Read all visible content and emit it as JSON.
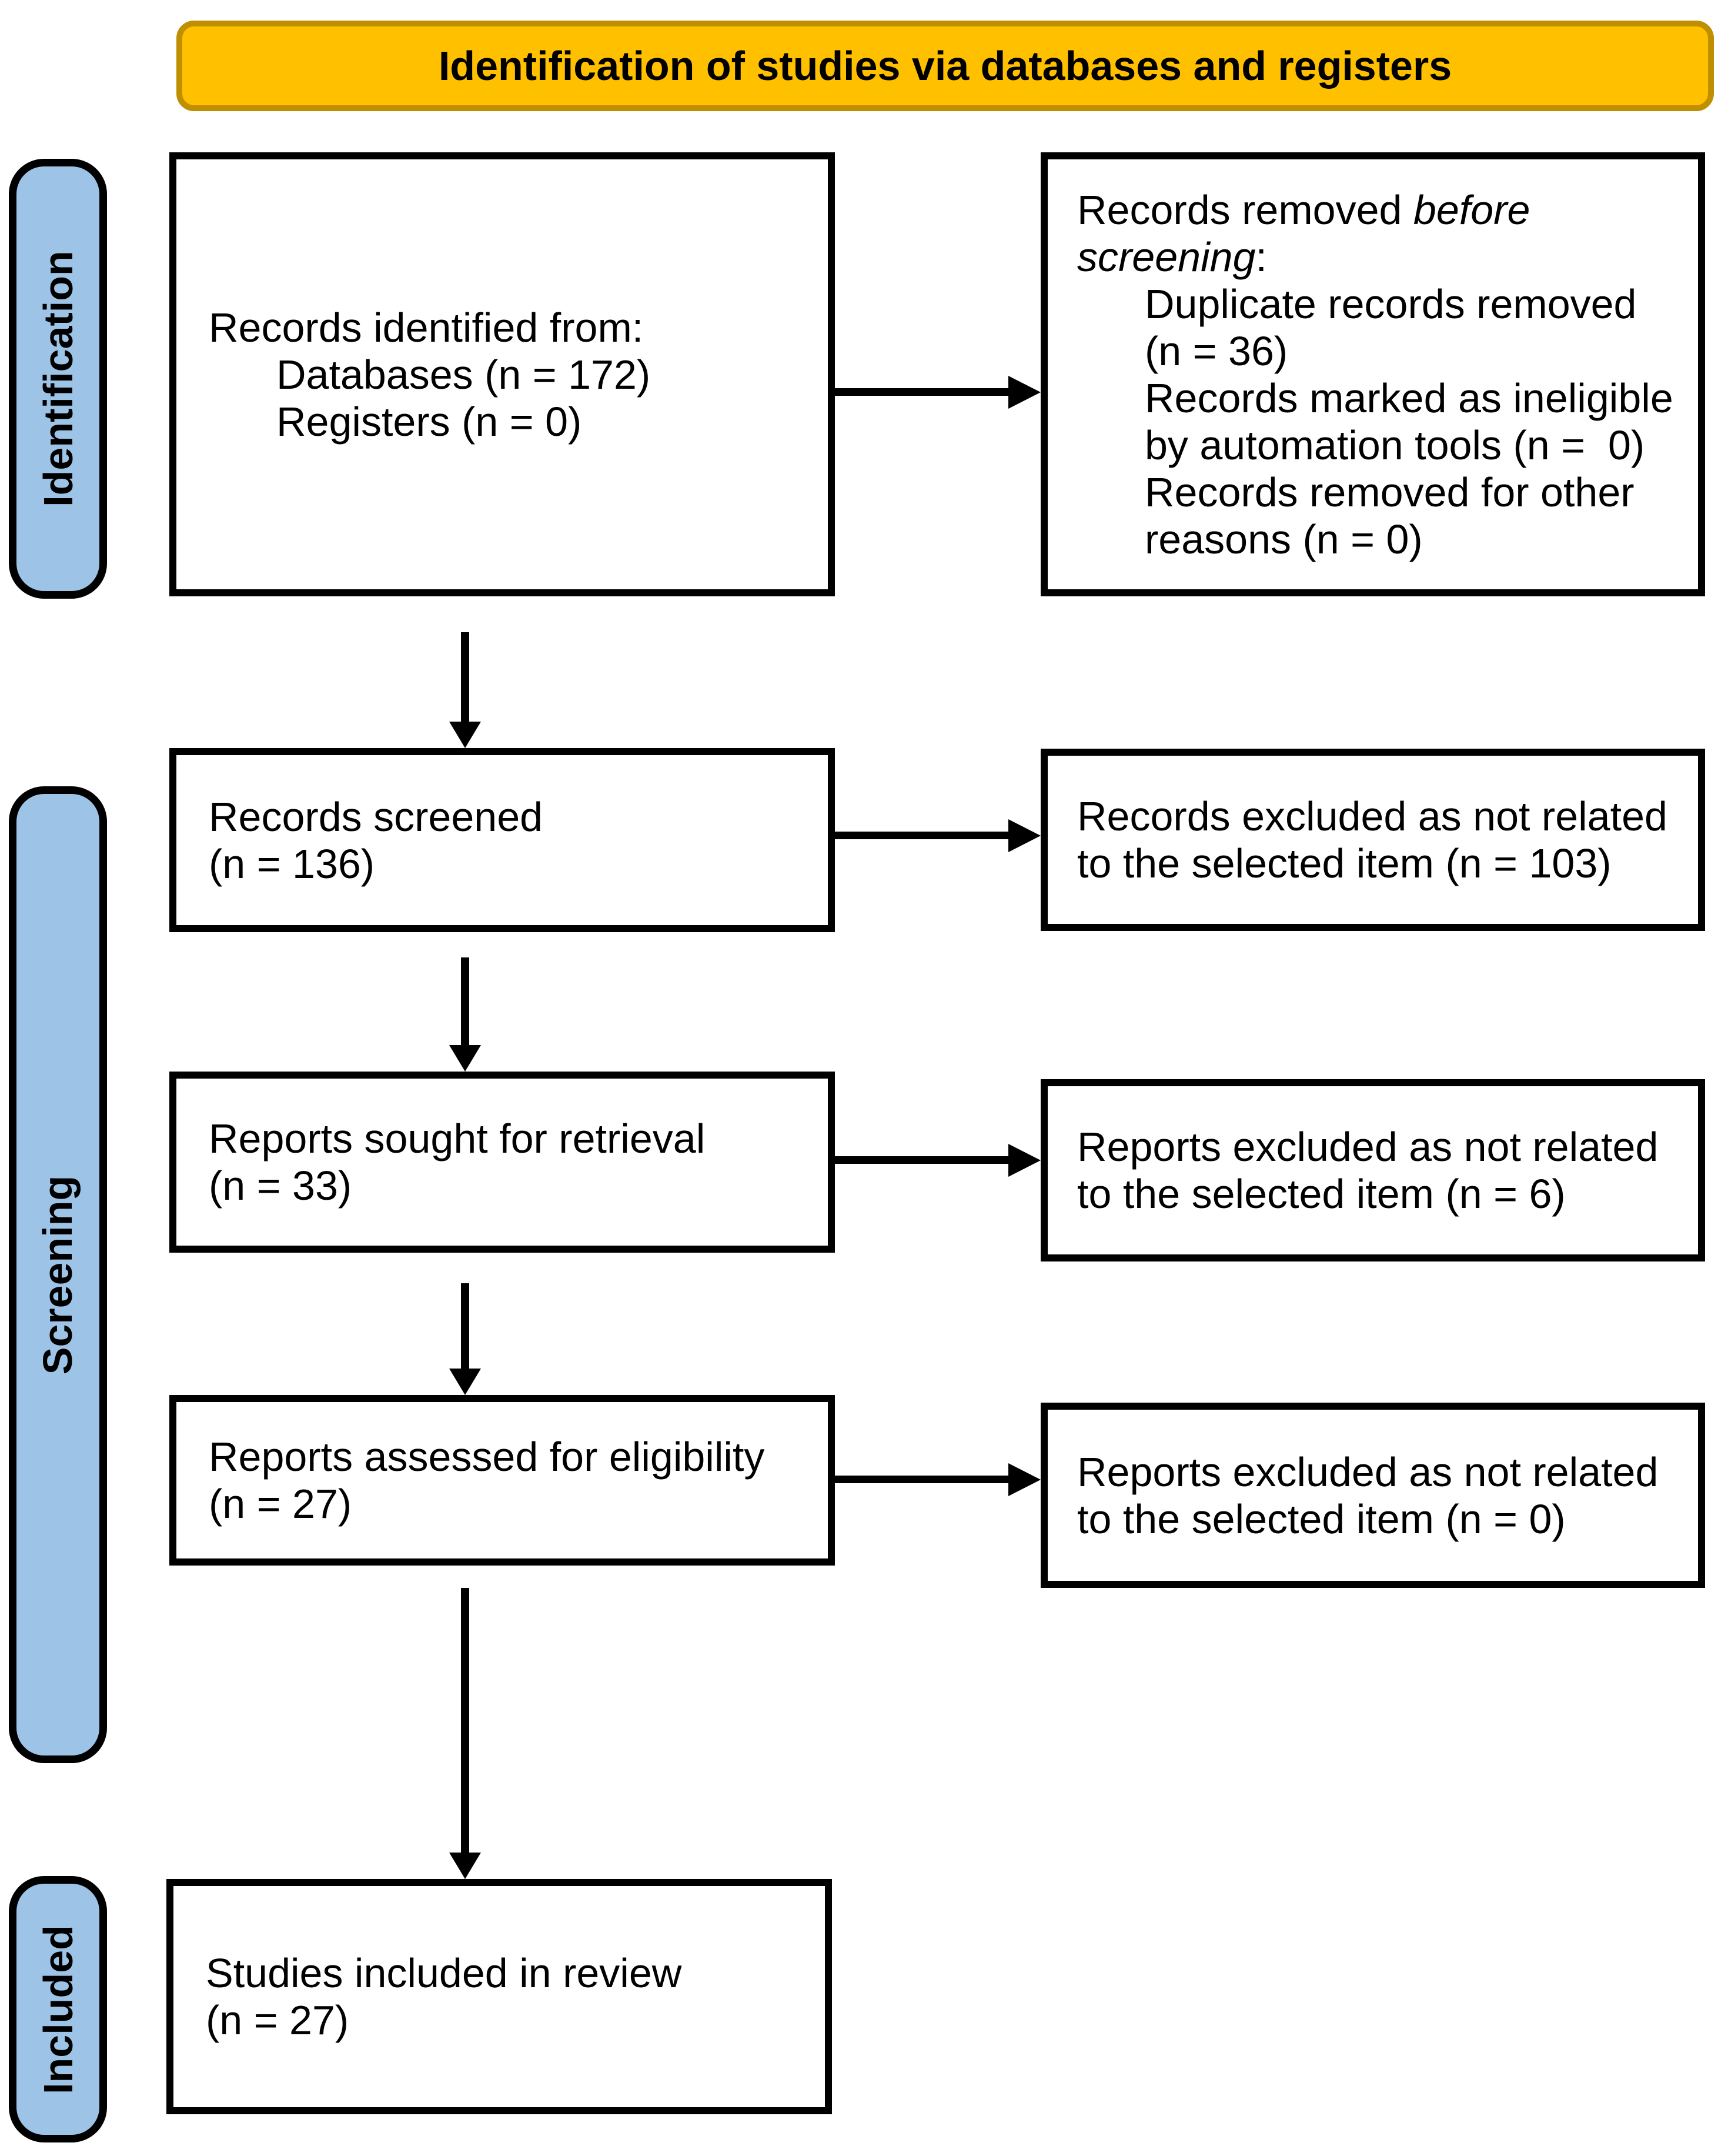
{
  "banner": {
    "title": "Identification of studies via databases and registers"
  },
  "stage_labels": {
    "identification": "Identification",
    "screening": "Screening",
    "included": "Included"
  },
  "colors": {
    "banner_fill": "#FFC000",
    "banner_border": "#BF8F00",
    "stage_label_fill": "#9DC3E6",
    "stage_label_border": "#000000",
    "box_border": "#000000",
    "arrow": "#000000",
    "text": "#000000",
    "background": "#FFFFFF"
  },
  "boxes": {
    "identified": {
      "title": "Records identified from:",
      "items": [
        "Databases (n = 172)",
        "Registers (n = 0)"
      ]
    },
    "removed": {
      "line1_normal": "Records removed ",
      "line1_italic": "before",
      "line2_italic": "screening",
      "line2_normal": ":",
      "items": [
        [
          "Duplicate records removed",
          "(n = 36)"
        ],
        [
          "Records marked as ineligible",
          "by automation tools (n =  0)"
        ],
        [
          "Records removed for other",
          "reasons (n = 0)"
        ]
      ]
    },
    "screened": {
      "lines": [
        "Records screened",
        "(n = 136)"
      ]
    },
    "excluded_records": {
      "text": "Records excluded as not related to the selected item (n = 103)"
    },
    "sought": {
      "lines": [
        "Reports sought for retrieval",
        "(n = 33)"
      ]
    },
    "excluded_reports_retrieval": {
      "text": "Reports excluded as not related to the selected item (n = 6)"
    },
    "assessed": {
      "lines": [
        "Reports assessed for eligibility",
        "(n = 27)"
      ]
    },
    "excluded_reports_eligibility": {
      "text": "Reports excluded as not related to the selected item (n = 0)"
    },
    "included_studies": {
      "lines": [
        "Studies included in review",
        "(n = 27)"
      ]
    }
  }
}
